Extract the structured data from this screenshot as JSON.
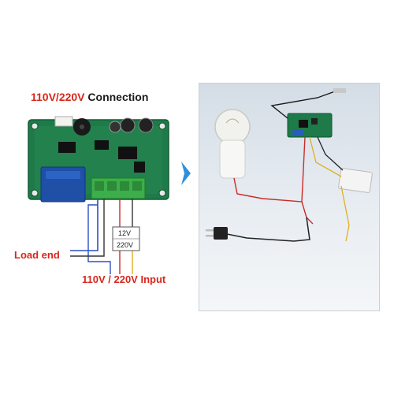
{
  "header": {
    "voltage_text": "110V/220V",
    "connection_text": "Connection"
  },
  "labels": {
    "load_end": "Load end",
    "input": "110V / 220V Input",
    "supply_box_top": "12V",
    "supply_box_bottom": "220V"
  },
  "colors": {
    "red_label": "#d8261c",
    "board_green": "#1f7a4a",
    "arrow_blue": "#2f8fdc",
    "wire_blue": "#2d4fc0",
    "wire_red": "#cc2a2a",
    "wire_yellow": "#e0b020"
  }
}
